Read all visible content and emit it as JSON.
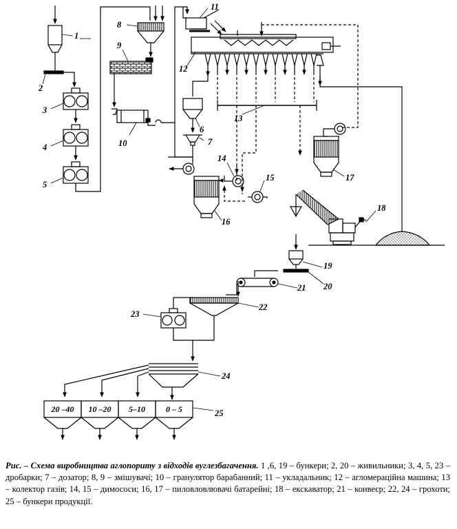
{
  "labels": {
    "n1": "1",
    "n2": "2",
    "n3": "3",
    "n4": "4",
    "n5": "5",
    "n6": "6",
    "n7": "7",
    "n8": "8",
    "n9": "9",
    "n10": "10",
    "n11": "11",
    "n12": "12",
    "n13": "13",
    "n14": "14",
    "n15": "15",
    "n16": "16",
    "n17": "17",
    "n18": "18",
    "n19": "19",
    "n20": "20",
    "n21": "21",
    "n22": "22",
    "n23": "23",
    "n24": "24",
    "n25": "25"
  },
  "bins": [
    "20 –40",
    "10 –20",
    "5–10",
    "0 – 5"
  ],
  "caption": {
    "head": "Рис. – Схема виробництва аглопориту з відходів вуглезбагачення.",
    "body": " 1 ,6, 19 – бункери; 2, 20 – живильники; 3, 4, 5, 23 – дробарки; 7 – дозатор; 8, 9 – змішувачі; 10 – гранулятор барабанний; 11 – укладальник; 12 – агломераційна машина; 13 – колектор газів; 14, 15 – димососи; 16, 17 – пиловловлювачі батарейні; 18 – екскаватор; 21 – конвеєр; 22, 24 – грохоти; 25 – бункери продукції."
  }
}
